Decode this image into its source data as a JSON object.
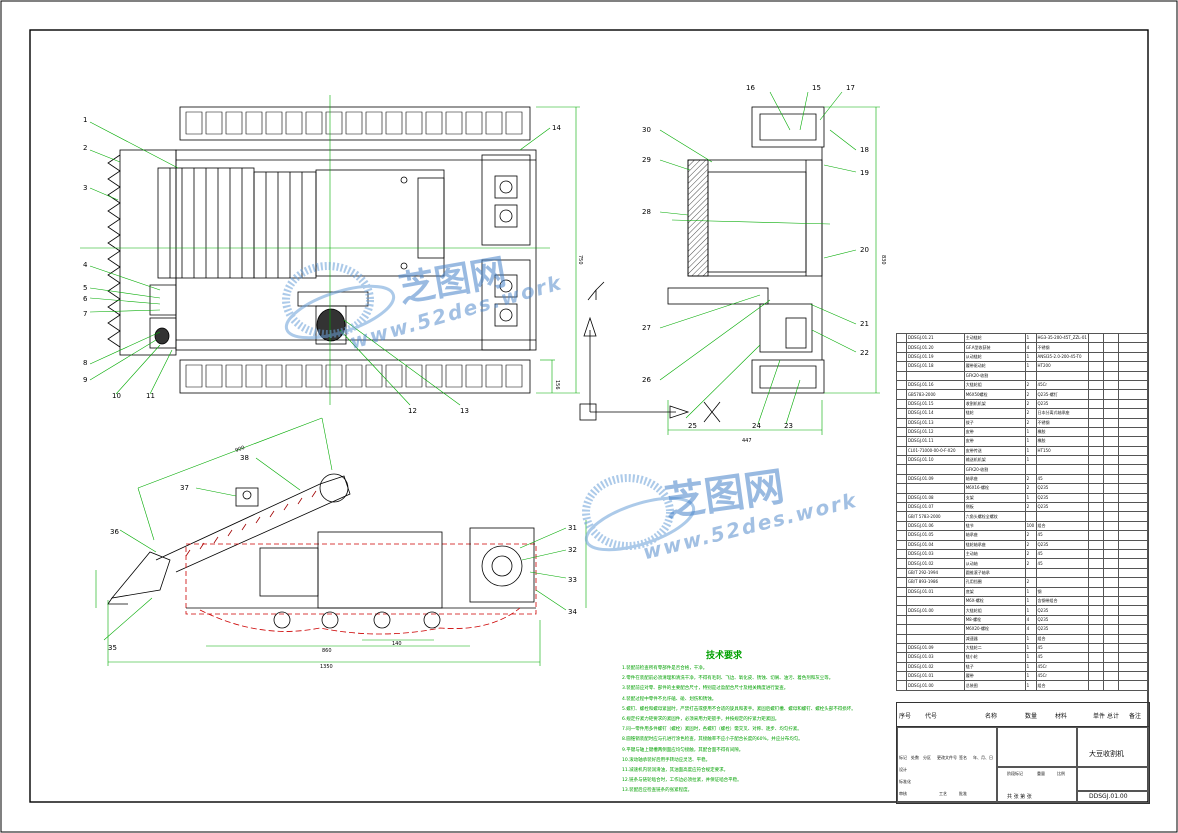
{
  "drawing": {
    "title": "大豆收割机",
    "drawing_number": "DDSGJ.01.00",
    "material_cell": "",
    "tech_requirements_title": "技术要求",
    "tech_requirements": [
      "1.装配前检查所有零部件是否合格，干净。",
      "2.零件在装配前必须清理和清洗干净，不得有毛刺、飞边、氧化皮、锈蚀、切屑、油污、着色剂和灰尘等。",
      "3.装配前应对零、部件的主要配合尺寸，特别是过盈配合尺寸及相关精度进行复查。",
      "4.装配过程中零件不允许磕、碰、划伤和锈蚀。",
      "5.螺钉、螺栓和螺母紧固时，严禁打击或使用不合适的旋具和扳手。紧固后螺钉槽、螺母和螺钉、螺栓头部不得损坏。",
      "6.规定拧紧力矩要求的紧固件，必须采用力矩扳手，并按规定的拧紧力矩紧固。",
      "7.同一零件用多件螺钉（螺栓）紧固时，各螺钉（螺栓）需交叉、对称、逐步、均匀拧紧。",
      "8.圆锥销装配时应与孔进行涂色检查，其接触率不应小于配合长度的60%，并应分布均匀。",
      "9.平键与轴上键槽两侧面应均匀接触，其配合面不得有间隙。",
      "10.滚动轴承装好后用手转动应灵活、平稳。",
      "11.减速机内装润滑油，其油面高度应符合规定要求。",
      "12.链条与链轮啮合时，工作边必须拉紧，并保证啮合平稳。",
      "13.装配后应检查链条的张紧程度。"
    ],
    "bom_rows": [
      [
        "",
        "DDSGJ.01.21",
        "主动链轮",
        "1",
        "HG3-35-200-45T_ZZL-01",
        "",
        "",
        ""
      ],
      [
        "",
        "DDSGJ.01.20",
        "GF.A型收获装",
        "4",
        "不锈钢",
        "",
        "",
        ""
      ],
      [
        "",
        "DDSGJ.01.19",
        "从动链轮",
        "1",
        "ANSI35-2.0-200-45-T0",
        "",
        "",
        ""
      ],
      [
        "",
        "DDSGJ.01.18",
        "履带驱动轮",
        "1",
        "HT200",
        "",
        "",
        ""
      ],
      [
        "",
        "",
        "GFK20-收割",
        "",
        "",
        "",
        "",
        ""
      ],
      [
        "",
        "DDSGJ.01.16",
        "大链轮组",
        "2",
        "45Cr",
        "",
        "",
        ""
      ],
      [
        "",
        "GB5783-2000",
        "M6X50螺栓",
        "2",
        "Q235-螺钉",
        "",
        "",
        ""
      ],
      [
        "",
        "DDSGJ.01.15",
        "收割机机架",
        "2",
        "Q235",
        "",
        "",
        ""
      ],
      [
        "",
        "DDSGJ.01.14",
        "链轮",
        "2",
        "日本分离式轴承座",
        "",
        "",
        ""
      ],
      [
        "",
        "DDSGJ.01.13",
        "拨子",
        "2",
        "不锈钢",
        "",
        "",
        ""
      ],
      [
        "",
        "DDSGJ.01.12",
        "皮带",
        "1",
        "橡胶",
        "",
        "",
        ""
      ],
      [
        "",
        "DDSGJ.01.11",
        "皮带",
        "1",
        "橡胶",
        "",
        "",
        ""
      ],
      [
        "",
        "CL01-71000-00-0-F-X20",
        "皮带传送",
        "1",
        "HT150",
        "",
        "",
        ""
      ],
      [
        "",
        "DDSGJ.01.10",
        "输送机机架",
        "1",
        "",
        "",
        "",
        ""
      ],
      [
        "",
        "",
        "GFK20-收割",
        "",
        "",
        "",
        "",
        ""
      ],
      [
        "",
        "DDSGJ.01.09",
        "轴承座",
        "2",
        "45",
        "",
        "",
        ""
      ],
      [
        "",
        "",
        "M6X16-螺栓",
        "2",
        "Q235",
        "",
        "",
        ""
      ],
      [
        "",
        "DDSGJ.01.08",
        "支架",
        "1",
        "Q235",
        "",
        "",
        ""
      ],
      [
        "",
        "DDSGJ.01.07",
        "侧板",
        "2",
        "Q235",
        "",
        "",
        ""
      ],
      [
        "",
        "GB/T 5783-2000",
        "六角头螺栓全螺纹",
        "",
        "",
        "",
        "",
        ""
      ],
      [
        "",
        "DDSGJ.01.06",
        "链节",
        "100",
        "组合",
        "",
        "",
        ""
      ],
      [
        "",
        "DDSGJ.01.05",
        "轴承座",
        "2",
        "45",
        "",
        "",
        ""
      ],
      [
        "",
        "DDSGJ.01.04",
        "链轮轴承座",
        "2",
        "Q235",
        "",
        "",
        ""
      ],
      [
        "",
        "DDSGJ.01.03",
        "主动轴",
        "2",
        "45",
        "",
        "",
        ""
      ],
      [
        "",
        "DDSGJ.01.02",
        "从动轴",
        "2",
        "45",
        "",
        "",
        ""
      ],
      [
        "",
        "GB/T 292-1994",
        "圆锥滚子轴承",
        "",
        "",
        "",
        "",
        ""
      ],
      [
        "",
        "GB/T 893-1986",
        "孔用挡圈",
        "2",
        "",
        "",
        "",
        ""
      ],
      [
        "",
        "DDSGJ.01.01",
        "底架",
        "1",
        "钢",
        "",
        "",
        ""
      ],
      [
        "",
        "",
        "M6X-螺栓",
        "1",
        "含钢带组合",
        "",
        "",
        ""
      ],
      [
        "",
        "DDSGJ.01.00",
        "大链轮组",
        "1",
        "Q235",
        "",
        "",
        ""
      ],
      [
        "",
        "",
        "M8-螺栓",
        "4",
        "Q235",
        "",
        "",
        ""
      ],
      [
        "",
        "",
        "M6X20-螺栓",
        "4",
        "Q235",
        "",
        "",
        ""
      ],
      [
        "",
        "",
        "减速器",
        "1",
        "组合",
        "",
        "",
        ""
      ],
      [
        "",
        "DDSGJ.01.09",
        "大链轮二",
        "1",
        "45",
        "",
        "",
        ""
      ],
      [
        "",
        "DDSGJ.01.03",
        "链小轮",
        "1",
        "45",
        "",
        "",
        ""
      ],
      [
        "",
        "DDSGJ.01.02",
        "链子",
        "1",
        "45Cr",
        "",
        "",
        ""
      ],
      [
        "",
        "DDSGJ.01.01",
        "履带",
        "1",
        "45Cr",
        "",
        "",
        ""
      ],
      [
        "",
        "DDSGJ.01.00",
        "总装图",
        "1",
        "组合",
        "",
        "",
        ""
      ]
    ],
    "bom_header": [
      "序号",
      "代号",
      "名称",
      "数量",
      "材料",
      "单件",
      "总计",
      "备注"
    ],
    "title_block": {
      "company": "",
      "labels": [
        "标记",
        "处数",
        "分区",
        "更改文件号",
        "签名",
        "年、月、日",
        "设计",
        "标准化",
        "审核",
        "工艺",
        "批准",
        "阶段标记",
        "重量",
        "比例"
      ],
      "sheet_info": "共 张 第 张"
    }
  },
  "watermark": {
    "brand_cn": "芝图网",
    "url": "www.52des.work"
  }
}
